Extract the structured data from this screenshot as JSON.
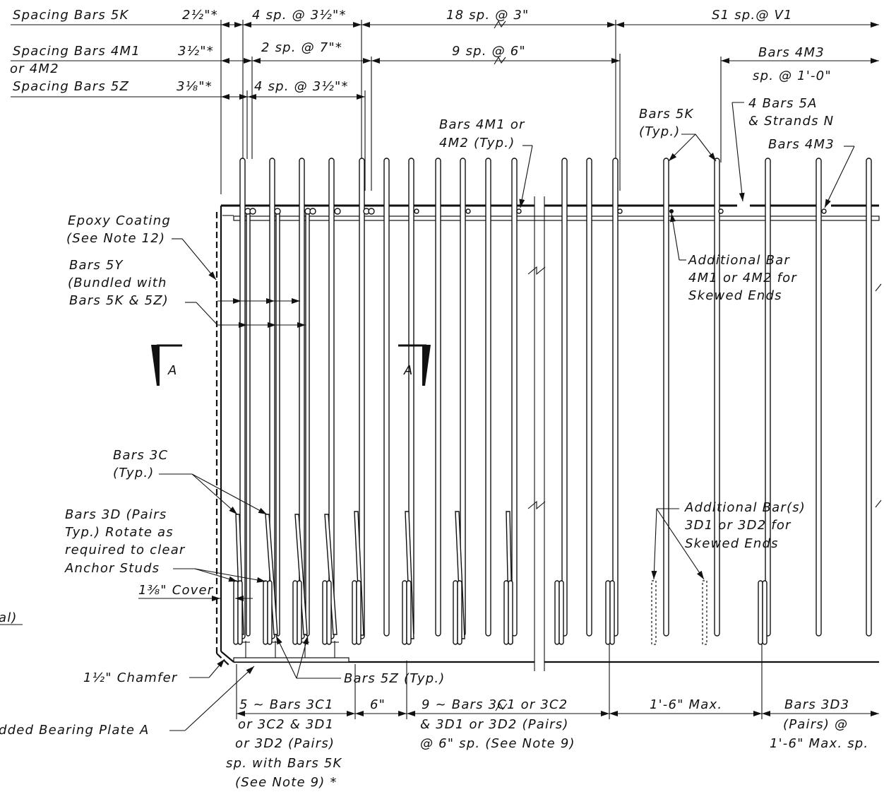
{
  "spacing_rows": [
    {
      "label": "Spacing Bars 5K",
      "end": "2½\"*",
      "s1": "4 sp. @ 3½\"*",
      "s2": "18 sp. @ 3\"",
      "s3": "S1 sp.@ V1"
    },
    {
      "label": "Spacing Bars 4M1",
      "label2": "or 4M2",
      "end": "3½\"*",
      "s1": "2 sp. @ 7\"*",
      "s2": "9 sp. @ 6\""
    },
    {
      "label": "Spacing Bars 5Z",
      "end": "3⅛\"*",
      "s1": "4 sp. @ 3½\"*"
    }
  ],
  "top_right": {
    "bars_4m3": "Bars 4M3",
    "bars_4m3_spacing": "sp. @ 1'-0\"",
    "bars_5a_line1": "4 Bars 5A",
    "bars_5a_line2": "& Strands N",
    "bars_4m3_callout": "Bars 4M3"
  },
  "callouts": {
    "bars_4m1_line1": "Bars 4M1 or",
    "bars_4m1_line2": "4M2 (Typ.)",
    "bars_5k_line1": "Bars 5K",
    "bars_5k_line2": "(Typ.)",
    "epoxy_line1": "Epoxy Coating",
    "epoxy_line2": "(See Note 12)",
    "bars_5y_line1": "Bars 5Y",
    "bars_5y_line2": "(Bundled with",
    "bars_5y_line3": "Bars 5K & 5Z)",
    "additional_bar_line1": "Additional Bar",
    "additional_bar_line2": "4M1 or 4M2 for",
    "additional_bar_line3": "Skewed Ends",
    "section_left": "A",
    "section_right": "A",
    "bars_3c_line1": "Bars 3C",
    "bars_3c_line2": "(Typ.)",
    "bars_3d_line1": "Bars 3D (Pairs",
    "bars_3d_line2": "Typ.) Rotate as",
    "bars_3d_line3": "required to clear",
    "bars_3d_line4": "Anchor Studs",
    "add_3d_line1": "Additional Bar(s)",
    "add_3d_line2": "3D1 or 3D2 for",
    "add_3d_line3": "Skewed Ends",
    "cover": "1⅜\" Cover",
    "chamfer": "1½\" Chamfer",
    "bars_5z": "Bars 5Z (Typ.)",
    "bearing_plate": "dded Bearing Plate A",
    "cut_left": "al)"
  },
  "bottom_dims": {
    "d1_line1": "5 ~ Bars 3C1",
    "d1_line2": "or 3C2 & 3D1",
    "d1_line3": "or 3D2 (Pairs)",
    "d1_line4": "sp. with Bars 5K",
    "d1_line5": "(See Note 9) *",
    "d2": "6\"",
    "d3_line1": "9 ~ Bars 3C1 or 3C2",
    "d3_line2": "& 3D1 or 3D2 (Pairs)",
    "d3_line3": "@ 6\" sp. (See Note 9)",
    "d4": "1'-6\" Max.",
    "d5_line1": "Bars 3D3",
    "d5_line2": "(Pairs) @",
    "d5_line3": "1'-6\" Max. sp."
  }
}
